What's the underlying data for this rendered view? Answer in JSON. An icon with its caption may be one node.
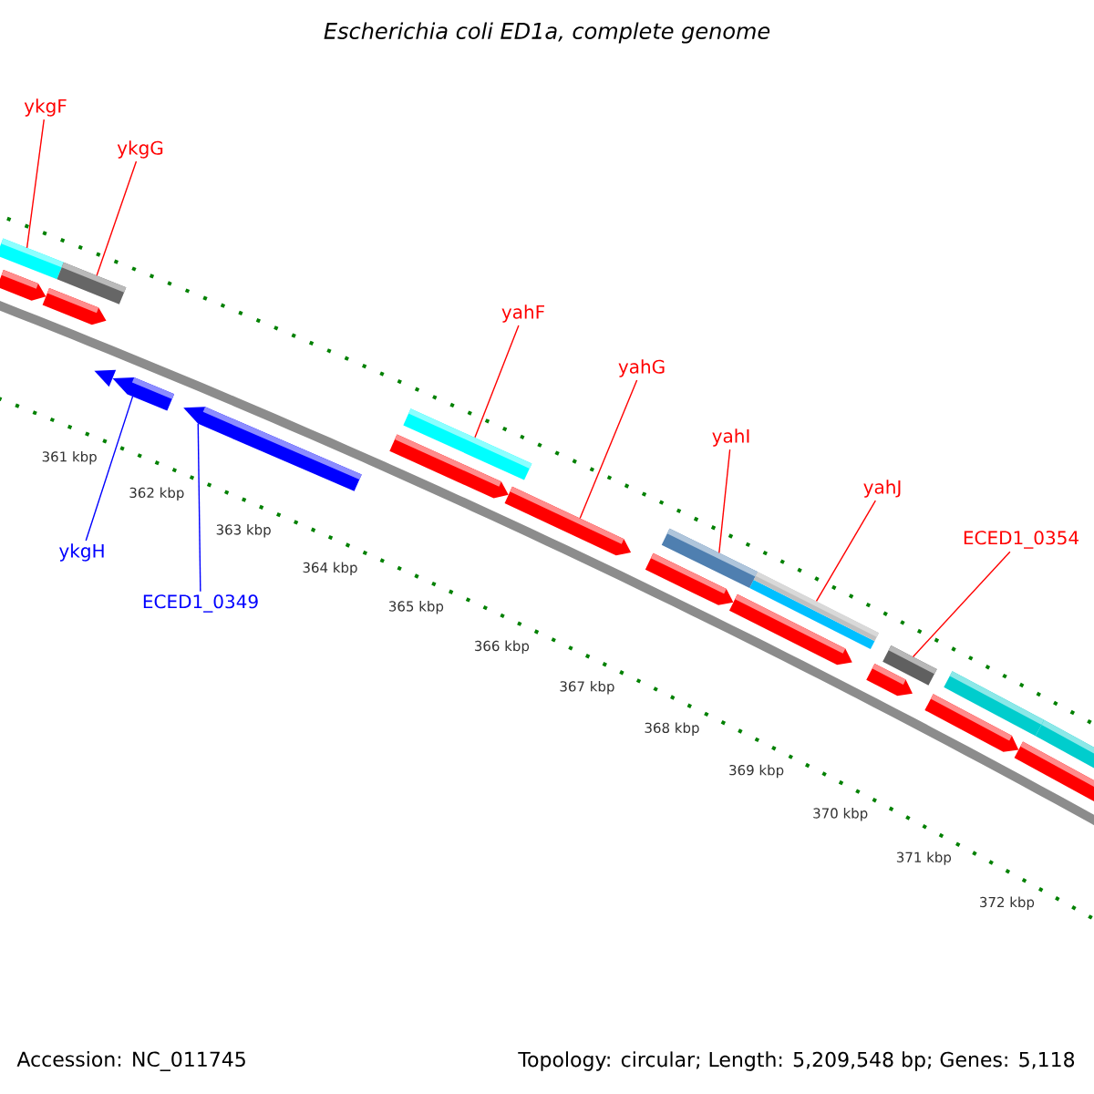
{
  "diagram": {
    "title": "Escherichia coli ED1a, complete genome",
    "nodes": [
      {
        "text": [
          "ykgF"
        ]
      },
      {
        "text": [
          "ykgG"
        ]
      },
      {
        "text": [
          "yahF"
        ]
      },
      {
        "text": [
          "yahG"
        ]
      },
      {
        "text": [
          "yahI"
        ]
      },
      {
        "text": [
          "yahJ"
        ]
      },
      {
        "text": [
          "ECED1_0354"
        ]
      },
      {
        "text": [
          "ykgH"
        ]
      },
      {
        "text": [
          "ECED1_0349"
        ]
      },
      {
        "text": [],
        "shape": "bar"
      },
      {
        "text": [],
        "shape": "bar"
      },
      {
        "text": [],
        "shape": "bar"
      },
      {
        "text": [],
        "shape": "bar"
      },
      {
        "text": [],
        "shape": "bar"
      },
      {
        "text": [],
        "shape": "bar"
      },
      {
        "text": [],
        "shape": "bar"
      },
      {
        "text": [],
        "shape": "bar"
      },
      {
        "text": [],
        "shape": "bar"
      }
    ],
    "edges": [
      {
        "from": 0,
        "to": 9,
        "arrow": "none"
      },
      {
        "from": 1,
        "to": 10,
        "arrow": "none"
      },
      {
        "from": 2,
        "to": 11,
        "arrow": "none"
      },
      {
        "from": 3,
        "to": 12,
        "arrow": "none"
      },
      {
        "from": 4,
        "to": 13,
        "arrow": "none"
      },
      {
        "from": 5,
        "to": 14,
        "arrow": "none"
      },
      {
        "from": 6,
        "to": 15,
        "arrow": "none"
      },
      {
        "from": 7,
        "to": 16,
        "arrow": "none",
        "color": "#0000ff"
      },
      {
        "from": 8,
        "to": 17,
        "arrow": "none",
        "color": "#0000ff"
      }
    ],
    "labels": [
      "361 kbp",
      "362 kbp",
      "363 kbp",
      "364 kbp",
      "365 kbp",
      "366 kbp",
      "367 kbp",
      "368 kbp",
      "369 kbp",
      "370 kbp",
      "371 kbp",
      "372 kbp",
      "Accession: NC_011745",
      "Topology: circular; Length: 5,209,548 bp; Genes: 5,118"
    ]
  }
}
